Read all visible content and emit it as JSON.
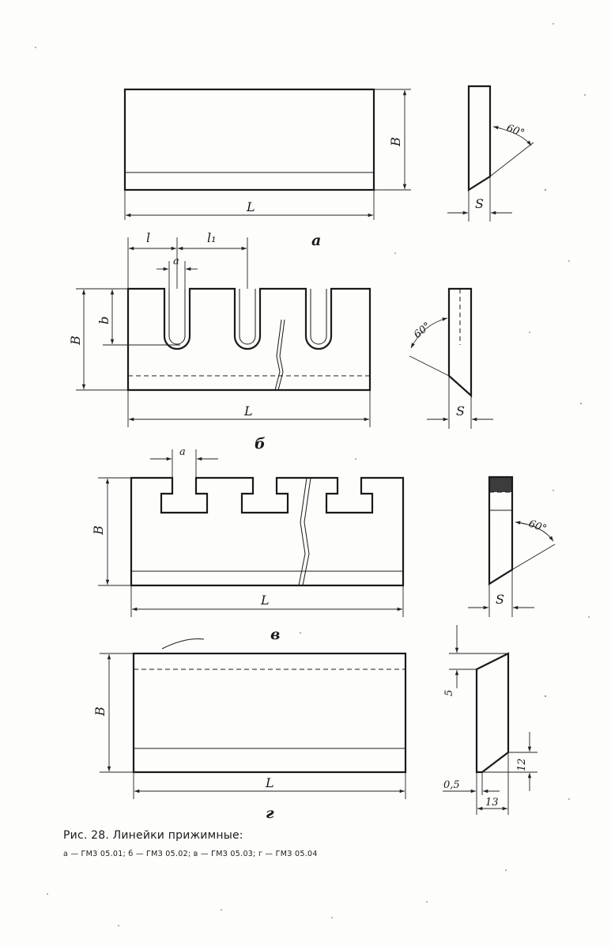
{
  "figure": {
    "caption_title": "Рис. 28. Линейки прижимные:",
    "caption_legend": "а — ГМЗ 05.01; б — ГМЗ 05.02; в — ГМЗ 05.03; г — ГМЗ 05.04"
  },
  "views": {
    "a": {
      "sublabel": "а",
      "dims": {
        "length": "L",
        "height": "B",
        "thickness": "S",
        "angle": "60°"
      }
    },
    "b": {
      "sublabel": "б",
      "dims": {
        "length": "L",
        "height": "B",
        "slot_width": "a",
        "slot_depth": "b",
        "pitch_start": "l",
        "pitch": "l₁",
        "thickness": "S",
        "angle": "60°"
      }
    },
    "v": {
      "sublabel": "в",
      "dims": {
        "length": "L",
        "height": "B",
        "slot_width": "a",
        "thickness": "S",
        "angle": "60°"
      }
    },
    "g": {
      "sublabel": "г",
      "dims": {
        "length": "L",
        "height": "B",
        "top": "5",
        "bevel": "12",
        "edge": "0,5",
        "thickness": "13"
      }
    }
  },
  "colors": {
    "ink": "#1a1a1a",
    "paper": "#fdfdfb"
  }
}
